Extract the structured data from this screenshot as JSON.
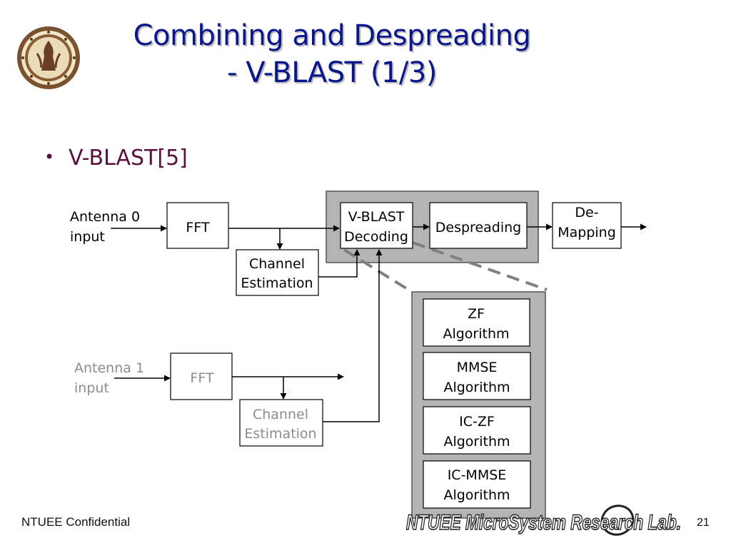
{
  "slide": {
    "title_line1": "Combining and Despreading",
    "title_line2": "- V-BLAST (1/3)",
    "bullet": "V-BLAST[5]",
    "footer_left": "NTUEE Confidential",
    "page_number": "21",
    "lab_logo_text": "NTUEE MicroSystem Research Lab."
  },
  "diagram": {
    "antenna0": {
      "line1": "Antenna 0",
      "line2": "input"
    },
    "fft0": "FFT",
    "channel_est0": {
      "line1": "Channel",
      "line2": "Estimation"
    },
    "vblast": {
      "line1": "V-BLAST",
      "line2": "Decoding"
    },
    "despreading": "Despreading",
    "demapping": {
      "line1": "De-",
      "line2": "Mapping"
    },
    "antenna1": {
      "line1": "Antenna 1",
      "line2": "input"
    },
    "fft1": "FFT",
    "channel_est1": {
      "line1": "Channel",
      "line2": "Estimation"
    },
    "algorithms": [
      {
        "line1": "ZF",
        "line2": "Algorithm"
      },
      {
        "line1": "MMSE",
        "line2": "Algorithm"
      },
      {
        "line1": "IC-ZF",
        "line2": "Algorithm"
      },
      {
        "line1": "IC-MMSE",
        "line2": "Algorithm"
      }
    ],
    "colors": {
      "active": "#000000",
      "inactive": "#8c8c8c",
      "panel": "#b4b4b4"
    }
  }
}
